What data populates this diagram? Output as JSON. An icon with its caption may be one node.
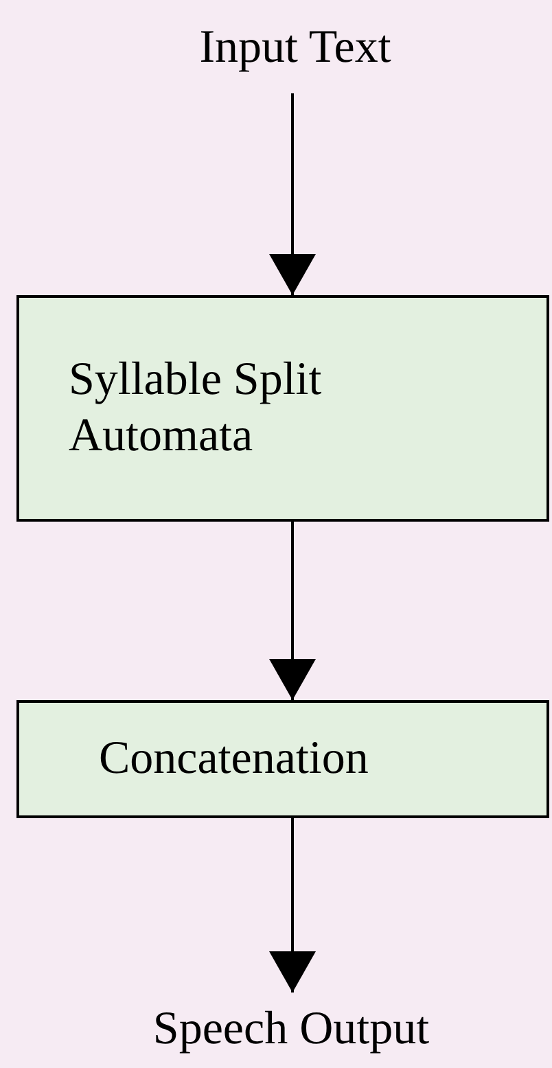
{
  "diagram": {
    "nodes": [
      {
        "text": [
          "Input Text"
        ]
      },
      {
        "text": [
          "Syllable Split Automata"
        ]
      },
      {
        "text": [
          "Concatenation"
        ]
      },
      {
        "text": [
          "Speech Output"
        ]
      }
    ],
    "edges": [
      {
        "from": 0,
        "to": 1,
        "arrow": "to"
      },
      {
        "from": 1,
        "to": 2,
        "arrow": "to"
      },
      {
        "from": 2,
        "to": 3,
        "arrow": "to"
      }
    ]
  }
}
